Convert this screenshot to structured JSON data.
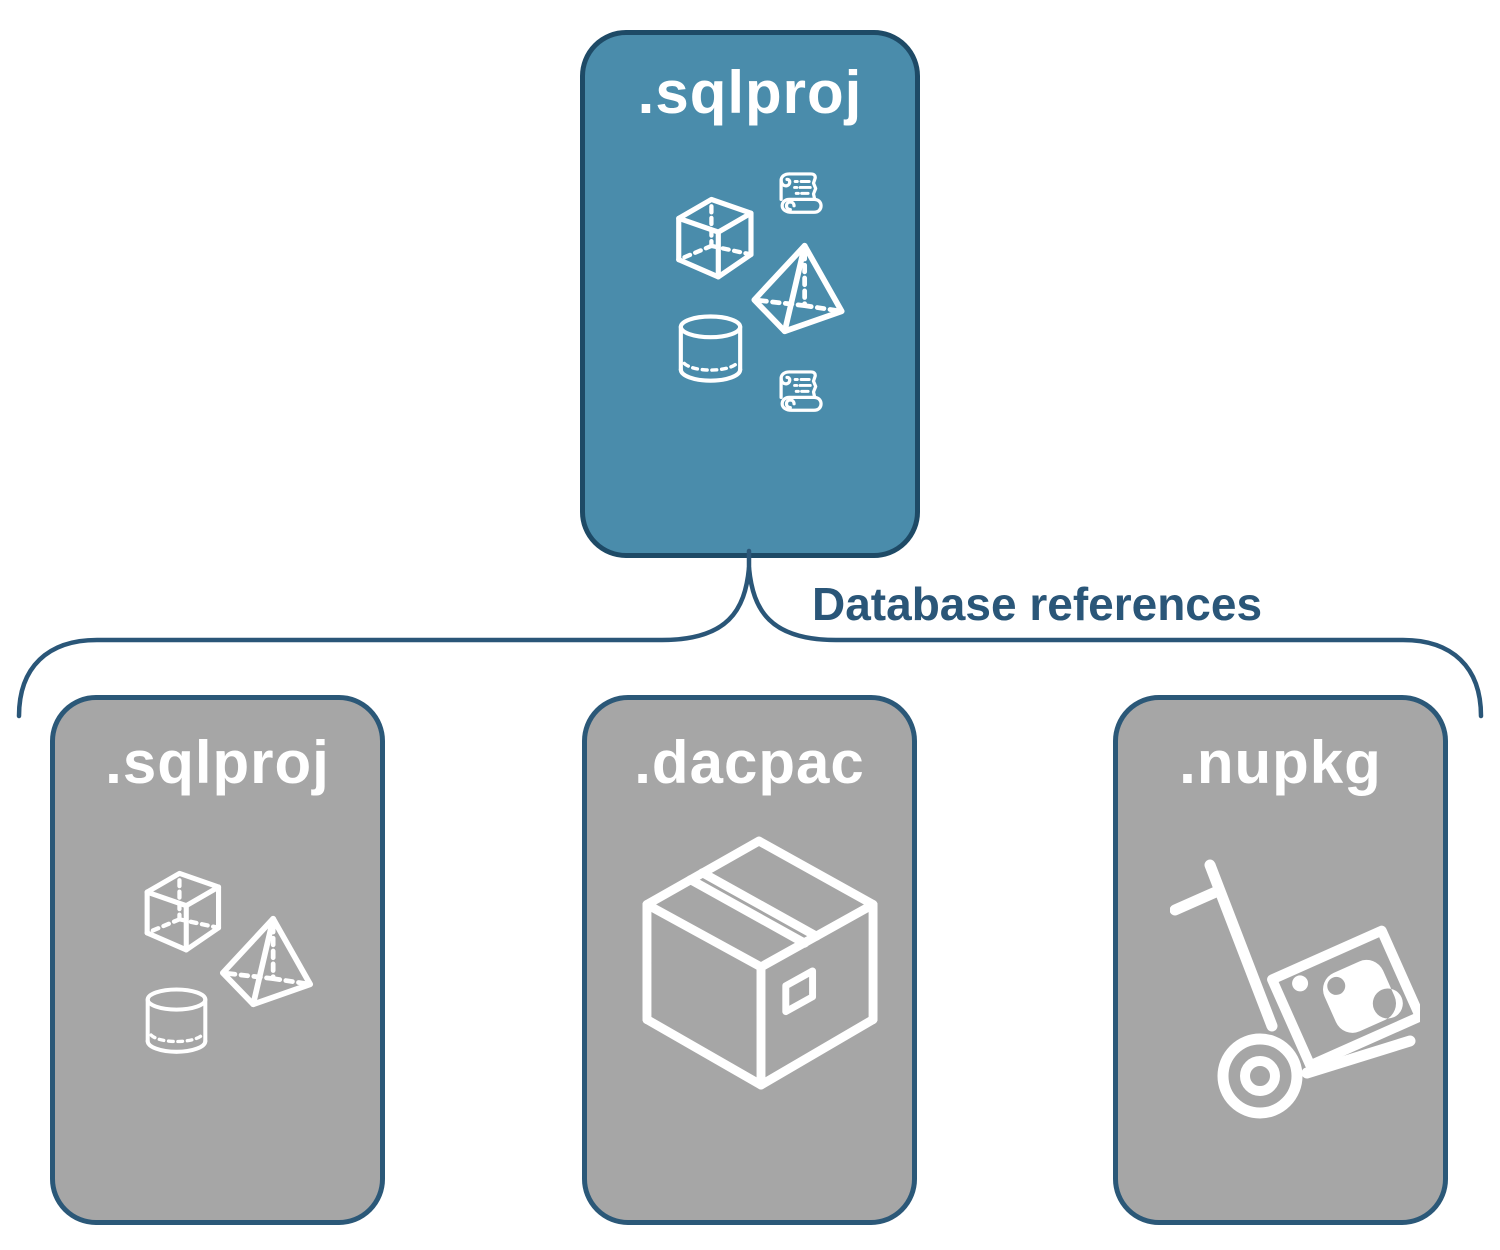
{
  "figure": {
    "root": {
      "label": ".sqlproj",
      "icons": [
        "script-scroll-icon",
        "cube-icon",
        "pyramid-icon",
        "cylinder-icon",
        "script-scroll-icon"
      ]
    },
    "connector_label": "Database references",
    "children": [
      {
        "label": ".sqlproj",
        "icons": [
          "cube-icon",
          "pyramid-icon",
          "cylinder-icon"
        ]
      },
      {
        "label": ".dacpac",
        "icons": [
          "package-box-icon"
        ]
      },
      {
        "label": ".nupkg",
        "icons": [
          "hand-truck-nuget-icon"
        ]
      }
    ]
  },
  "colors": {
    "background": "#FFFFFF",
    "root_fill": "#4A8CAB",
    "root_border": "#1E4A66",
    "child_fill": "#A6A6A6",
    "child_border": "#2B5878",
    "accent": "#2A5678",
    "node_label": "#FFFFFF",
    "icon": "#FFFFFF"
  }
}
